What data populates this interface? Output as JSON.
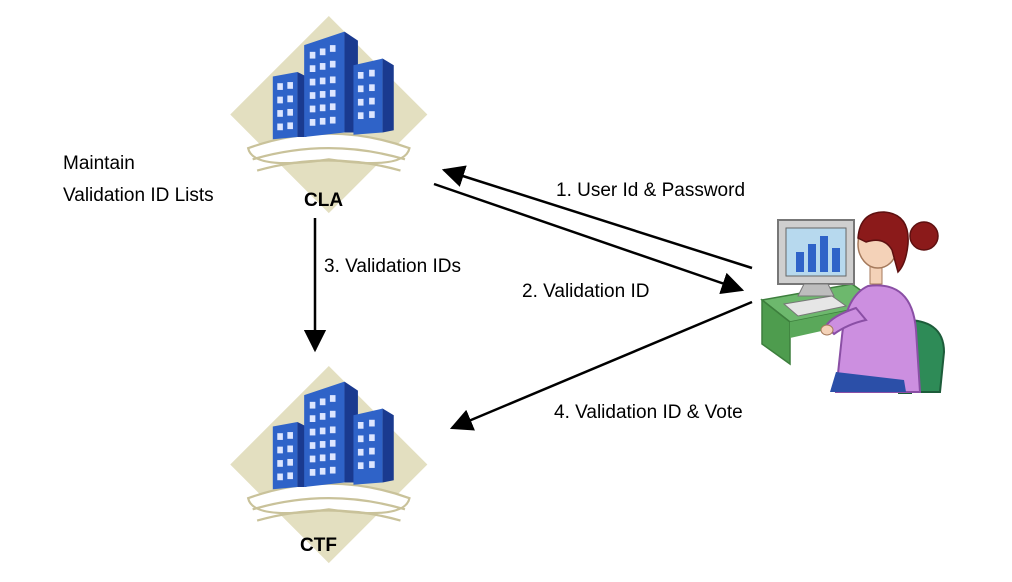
{
  "nodes": {
    "cla": {
      "label": "CLA"
    },
    "ctf": {
      "label": "CTF"
    },
    "voter": {
      "icon": "user-at-computer-icon"
    }
  },
  "note": {
    "line1": "Maintain",
    "line2": "Validation ID Lists"
  },
  "steps": {
    "s1": "1. User Id & Password",
    "s2": "2. Validation ID",
    "s3": "3. Validation IDs",
    "s4": "4. Validation ID & Vote"
  },
  "colors": {
    "building_blue": "#2f63c8",
    "building_dark": "#1a3a8f",
    "diamond_beige": "#e3dfc0",
    "sweep": "#d9d3aa",
    "hair": "#8b1a1a",
    "shirt": "#cc8fe0",
    "chair": "#2e8b57",
    "desk": "#6db86d",
    "screen": "#b7d9ee"
  }
}
